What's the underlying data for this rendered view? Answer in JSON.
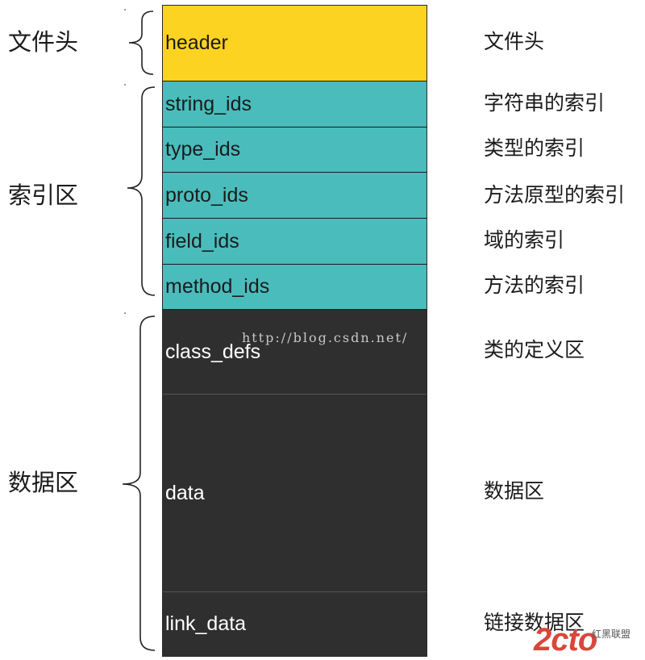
{
  "groups": [
    {
      "label": "文件头"
    },
    {
      "label": "索引区"
    },
    {
      "label": "数据区"
    }
  ],
  "blocks": [
    {
      "name": "header",
      "note": "文件头",
      "color": "#fdd322"
    },
    {
      "name": "string_ids",
      "note": "字符串的索引",
      "color": "#4abcbc"
    },
    {
      "name": "type_ids",
      "note": "类型的索引",
      "color": "#4abcbc"
    },
    {
      "name": "proto_ids",
      "note": "方法原型的索引",
      "color": "#4abcbc"
    },
    {
      "name": "field_ids",
      "note": "域的索引",
      "color": "#4abcbc"
    },
    {
      "name": "method_ids",
      "note": "方法的索引",
      "color": "#4abcbc"
    },
    {
      "name": "class_defs",
      "note": "类的定义区",
      "color": "#2f2f2f"
    },
    {
      "name": "data",
      "note": "数据区",
      "color": "#2f2f2f"
    },
    {
      "name": "link_data",
      "note": "链接数据区",
      "color": "#2f2f2f"
    }
  ],
  "watermark": "http://blog.csdn.net/",
  "logo": {
    "main": "2cto",
    "sub": "红黑联盟"
  }
}
